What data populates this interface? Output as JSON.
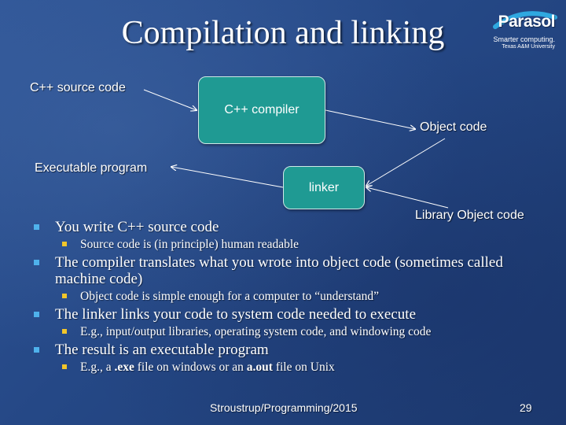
{
  "slide": {
    "title": "Compilation and linking",
    "logo": {
      "name": "Parasol",
      "tagline1": "Smarter computing.",
      "tagline2": "Texas A&M University"
    },
    "diagram": {
      "source_label": "C++ source code",
      "compiler_box": "C++ compiler",
      "object_label": "Object code",
      "executable_label": "Executable program",
      "linker_box": "linker",
      "library_label": "Library Object code"
    },
    "bullets": [
      {
        "text": "You write C++ source code",
        "sub": [
          "Source code is (in principle) human readable"
        ]
      },
      {
        "text": "The compiler translates what you wrote into object code (sometimes called machine code)",
        "sub": [
          "Object code is simple enough for a computer to “understand”"
        ]
      },
      {
        "text": "The linker links your code to system code needed to execute",
        "sub": [
          "E.g., input/output libraries, operating system code, and windowing code"
        ]
      },
      {
        "text": "The result is an executable program",
        "sub_rich": {
          "before": "E.g., a ",
          "bold1": ".exe",
          "middle": " file on windows or an ",
          "bold2": "a.out",
          "after": " file on Unix"
        }
      }
    ],
    "footer": {
      "text": "Stroustrup/Programming/2015",
      "page": "29"
    }
  }
}
